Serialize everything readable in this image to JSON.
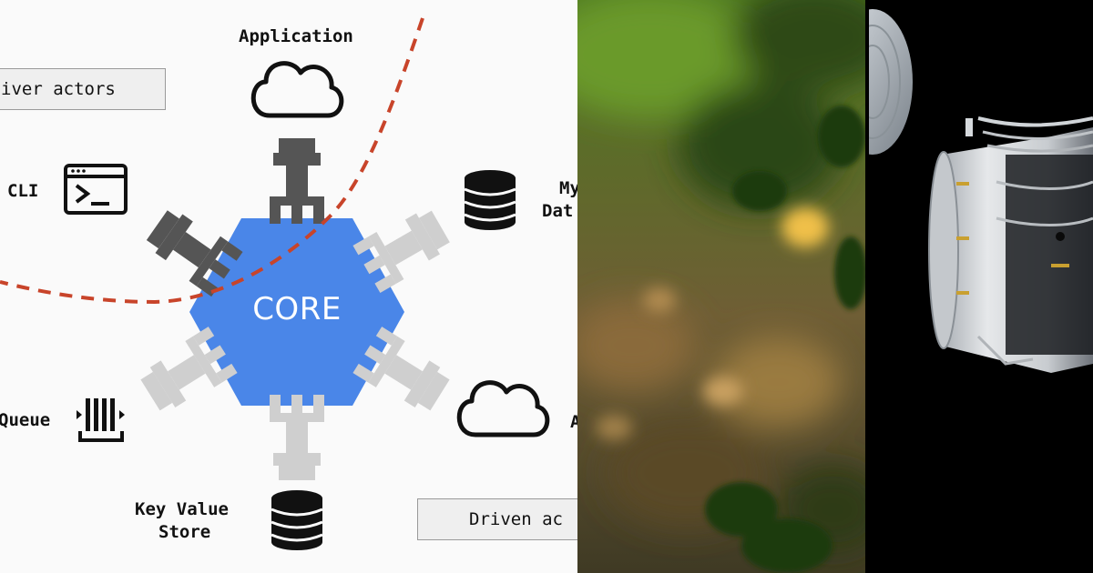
{
  "diagram": {
    "core_label": "CORE",
    "driver_box_label": "iver actors",
    "driven_box_label": "Driven ac",
    "nodes": {
      "application": "Application",
      "cli": "CLI",
      "queue": "Queue",
      "key_value_store_line1": "Key Value",
      "key_value_store_line2": "Store",
      "database_line1": "My",
      "database_line2": "Dat",
      "cloud_right_partial": "A"
    },
    "colors": {
      "core": "#4a86e8",
      "driver_port": "#555555",
      "driven_port": "#cfcfcf",
      "boundary_line": "#c8442a"
    },
    "icons": [
      "cloud-icon",
      "terminal-icon",
      "database-icon",
      "queue-icon"
    ]
  },
  "photos": {
    "forest": "blurred-forest-photo",
    "space": "space-station-module-photo"
  }
}
